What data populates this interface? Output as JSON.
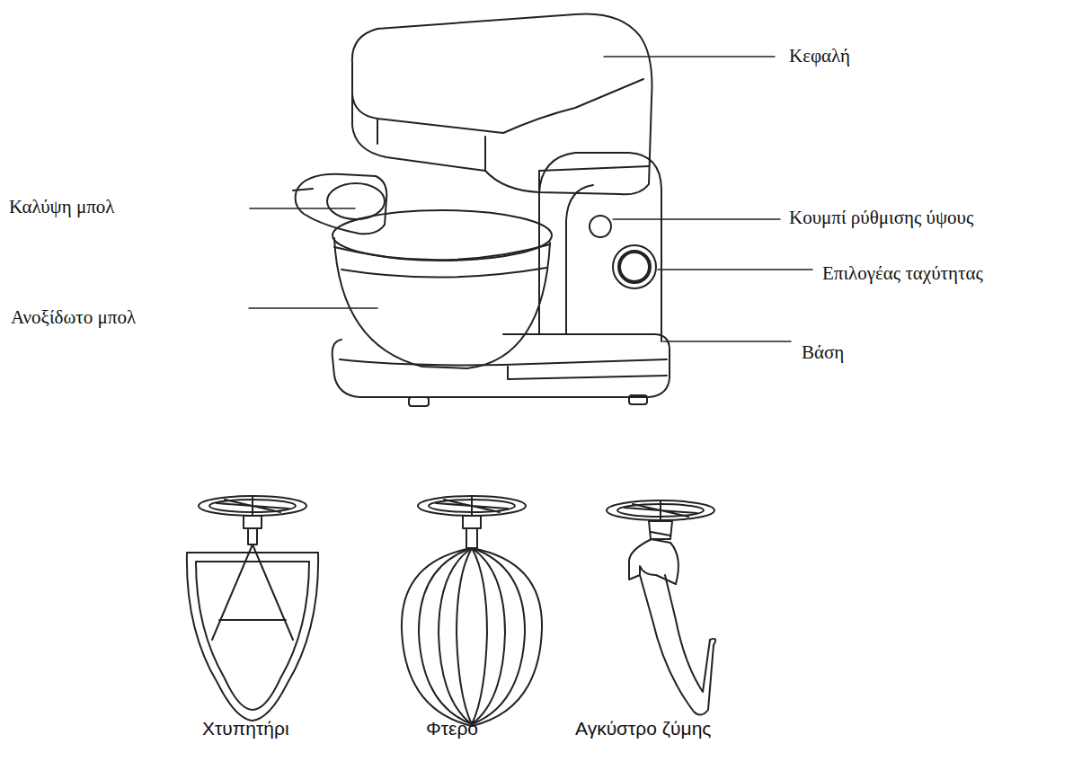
{
  "diagram": {
    "labels": [
      "Κεφαλή",
      "Καλύψη μπολ",
      "Κουμπί ρύθμισης ύψους",
      "Επιλογέας ταχύτητας",
      "Ανοξίδωτο μπολ",
      "Βάση",
      "Χτυπητήρι",
      "Φτερό",
      "Αγκύστρο ζύμης"
    ]
  }
}
